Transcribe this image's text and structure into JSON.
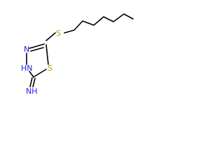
{
  "molecule": {
    "atoms": {
      "s_chain": "S",
      "s_ring": "S",
      "n_top": "N",
      "nh": "HN",
      "amine": "NH"
    },
    "colors": {
      "bond": "#000000",
      "nitrogen": "#2020e0",
      "sulfur": "#b8a000",
      "background": "#ffffff"
    }
  }
}
